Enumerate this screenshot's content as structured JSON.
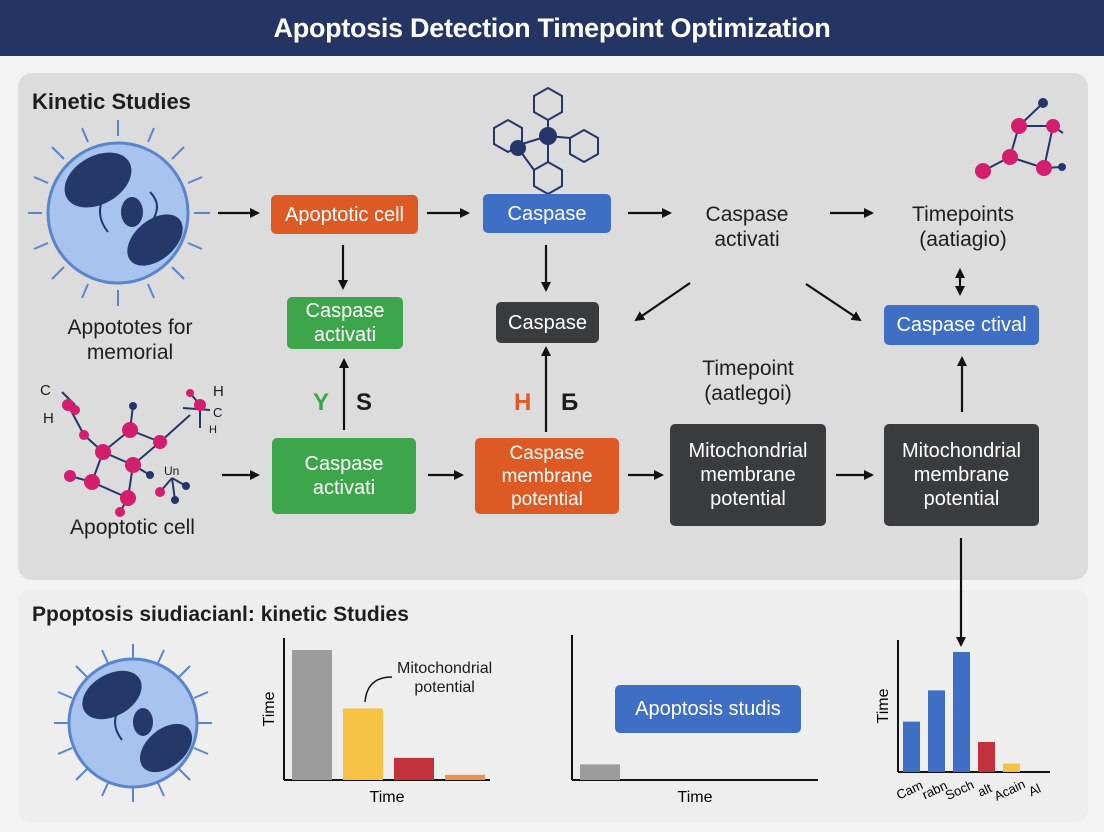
{
  "header": {
    "title": "Apoptosis Detection Timepoint Optimization"
  },
  "top": {
    "section_title": "Kinetic Studies",
    "label_apoptotes": "Appototes for\nmemorial",
    "label_apoptotic_cell": "Apoptotic cell",
    "box_apoptotic_cell": "Apoptotic cell",
    "box_caspase_top": "Caspase",
    "label_caspase_activati": "Caspase\nactivati",
    "label_timepoints": "Timepoints\n(aatiagio)",
    "box_caspase_activati_green_top": "Caspase\nactivati",
    "box_caspase_dark": "Caspase",
    "box_caspase_ctival": "Caspase ctival",
    "label_timepoint_mid": "Timepoint\n(aatlegoi)",
    "letter_y": "Y",
    "letter_s": "S",
    "letter_h": "H",
    "letter_b": "Б",
    "box_caspase_activati_green_bottom": "Caspase\nactivati",
    "box_caspase_membrane": "Caspase\nmembrane\npotential",
    "box_mito_1": "Mitochondrial\nmembrane\npotential",
    "box_mito_2": "Mitochondrial\nmembrane\npotential",
    "molecule_labels": [
      "C",
      "H",
      "H",
      "C",
      "H",
      "Un"
    ]
  },
  "bottom": {
    "section_title": "Ppoptosis siudiacianl: kinetic Studies",
    "callout_label": "Mitochondrial\npotential",
    "box_apoptosis_studis": "Apoptosis studis"
  },
  "colors": {
    "header": "#243564",
    "orange": "#dd5a25",
    "blue": "#3f6fc4",
    "green": "#3da64a",
    "dark": "#3a3b3c",
    "gray_bar": "#9c9c9c",
    "yellow_bar": "#f5c244",
    "red_bar": "#c1323c"
  },
  "chart_data": [
    {
      "type": "bar",
      "xlabel": "Time",
      "ylabel": "Time",
      "values": [
        100,
        55,
        17,
        4
      ],
      "colors": [
        "#9c9c9c",
        "#f5c244",
        "#c1323c",
        "#e8944d"
      ],
      "ylim": [
        0,
        100
      ]
    },
    {
      "type": "bar",
      "xlabel": "Time",
      "ylabel": "",
      "values": [
        12
      ],
      "colors": [
        "#9c9c9c"
      ],
      "ylim": [
        0,
        100
      ]
    },
    {
      "type": "bar",
      "xlabel": "",
      "ylabel": "Time",
      "categories": [
        "Cam",
        "rabn",
        "Soch",
        "alt",
        "Acain",
        "Al"
      ],
      "values": [
        42,
        68,
        100,
        25,
        7,
        0
      ],
      "colors": [
        "#3f6fc4",
        "#3f6fc4",
        "#3f6fc4",
        "#c1323c",
        "#f5c244",
        "#3f6fc4"
      ],
      "ylim": [
        0,
        100
      ]
    }
  ]
}
